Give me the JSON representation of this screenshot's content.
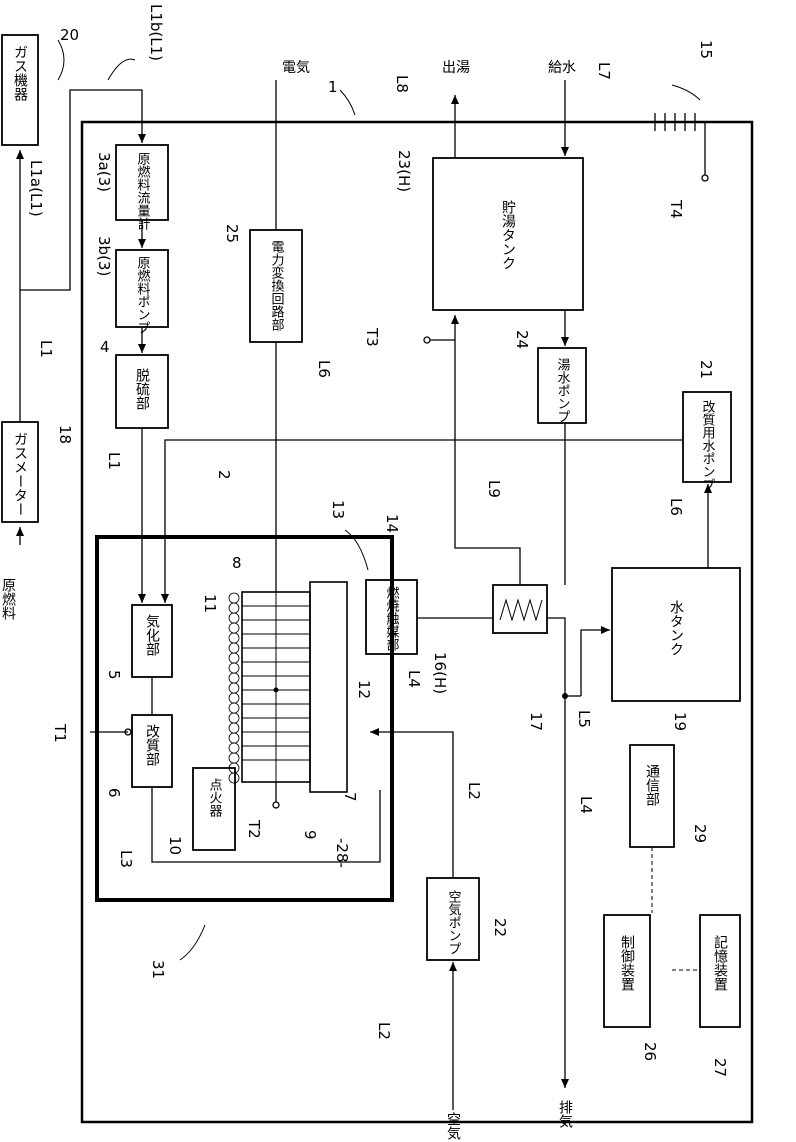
{
  "labels": {
    "raw_fuel": "原燃料",
    "gas_meter": "ガスメーター",
    "gas_appliance": "ガス機器",
    "flowmeter": "原燃料流量計",
    "fuel_pump": "原燃料ポンプ",
    "desulfurizer": "脱硫部",
    "power_converter": "電力変換回路部",
    "electricity": "電気",
    "hot_water_out": "出湯",
    "water_supply": "給水",
    "hot_water_tank": "貯湯タンク",
    "hot_water_pump": "湯水ポンプ",
    "reform_water_pump": "改質用水ポンプ",
    "vaporizer": "気化部",
    "reformer": "改質部",
    "igniter": "点火器",
    "combustion_catalyst": "燃焼触媒部",
    "water_tank": "水タンク",
    "communication": "通信部",
    "controller": "制御装置",
    "storage": "記憶装置",
    "air_pump": "空気ポンプ",
    "air": "空気",
    "exhaust": "排気"
  },
  "refs": {
    "r20": "20",
    "r1": "1",
    "r15": "15",
    "r18": "18",
    "r3a": "3a(3)",
    "r3b": "3b(3)",
    "r4": "4",
    "r25": "25",
    "r23": "23(H)",
    "r24": "24",
    "r21": "21",
    "r2": "2",
    "r13": "13",
    "r14": "14",
    "r8": "8",
    "r11": "11",
    "r5": "5",
    "r6": "6",
    "r10": "10",
    "r12": "12",
    "r9": "9",
    "r7": "7",
    "r28": "-28-",
    "r16": "16(H)",
    "r17": "17",
    "r19": "19",
    "r29": "29",
    "r22": "22",
    "r26": "26",
    "r27": "27",
    "r31": "31"
  },
  "lines": {
    "l1": "L1",
    "l1a": "L1a(L1)",
    "l1b": "L1b(L1)",
    "l2": "L2",
    "l3": "L3",
    "l4": "L4",
    "l5": "L5",
    "l6": "L6",
    "l7": "L7",
    "l8": "L8",
    "l9": "L9",
    "t1": "T1",
    "t2": "T2",
    "t3": "T3",
    "t4": "T4"
  }
}
